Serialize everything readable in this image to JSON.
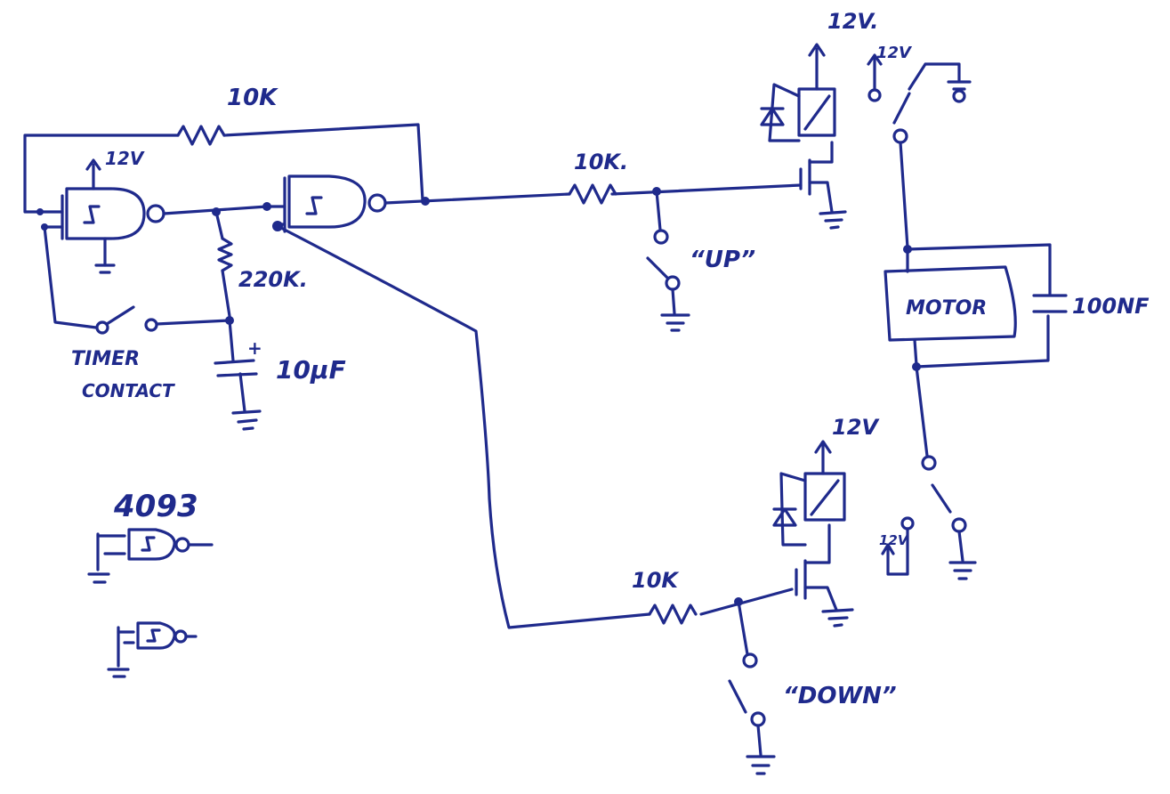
{
  "labels": {
    "r_feedback": "10K",
    "r_up": "10K.",
    "r_down": "10K",
    "r_timing": "220K.",
    "cap_timing": "10µF",
    "cap_plus": "+",
    "timer_line1": "TIMER",
    "timer_line2": "CONTACT",
    "supply_gate": "12V",
    "supply_relay_up": "12V.",
    "supply_relay_down": "12V",
    "supply_switch_up": "12V",
    "supply_switch_down": "12V",
    "motor": "MOTOR",
    "cap_motor": "100NF",
    "btn_up": "“UP”",
    "btn_down": "“DOWN”",
    "chip": "4093"
  },
  "colors": {
    "ink": "#1f2a8c",
    "paper": "#ffffff"
  }
}
